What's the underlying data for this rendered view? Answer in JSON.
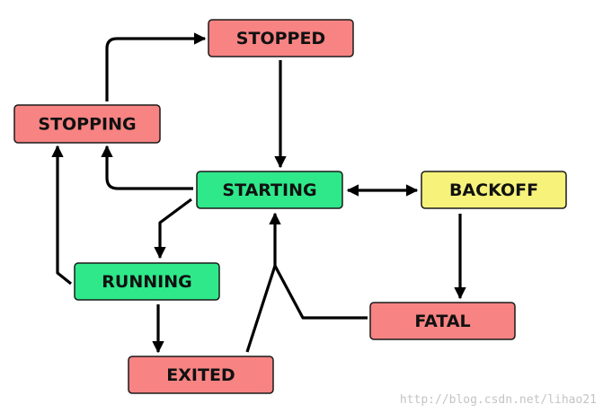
{
  "colors": {
    "red_fill": "#F88383",
    "green_fill": "#2EE88A",
    "yellow_fill": "#F6F27A",
    "edge": "#000000"
  },
  "states": {
    "stopped": {
      "label": "STOPPED",
      "color": "red"
    },
    "stopping": {
      "label": "STOPPING",
      "color": "red"
    },
    "starting": {
      "label": "STARTING",
      "color": "green"
    },
    "backoff": {
      "label": "BACKOFF",
      "color": "yellow"
    },
    "running": {
      "label": "RUNNING",
      "color": "green"
    },
    "fatal": {
      "label": "FATAL",
      "color": "red"
    },
    "exited": {
      "label": "EXITED",
      "color": "red"
    }
  },
  "transitions": [
    {
      "from": "STOPPING",
      "to": "STOPPED"
    },
    {
      "from": "STOPPED",
      "to": "STARTING"
    },
    {
      "from": "STARTING",
      "to": "STOPPING"
    },
    {
      "from": "STARTING",
      "to": "BACKOFF"
    },
    {
      "from": "BACKOFF",
      "to": "STARTING"
    },
    {
      "from": "STARTING",
      "to": "RUNNING"
    },
    {
      "from": "RUNNING",
      "to": "STOPPING"
    },
    {
      "from": "RUNNING",
      "to": "EXITED"
    },
    {
      "from": "BACKOFF",
      "to": "FATAL"
    },
    {
      "from": "EXITED",
      "to": "STARTING"
    },
    {
      "from": "FATAL",
      "to": "STARTING"
    }
  ],
  "watermark": "http://blog.csdn.net/lihao21"
}
